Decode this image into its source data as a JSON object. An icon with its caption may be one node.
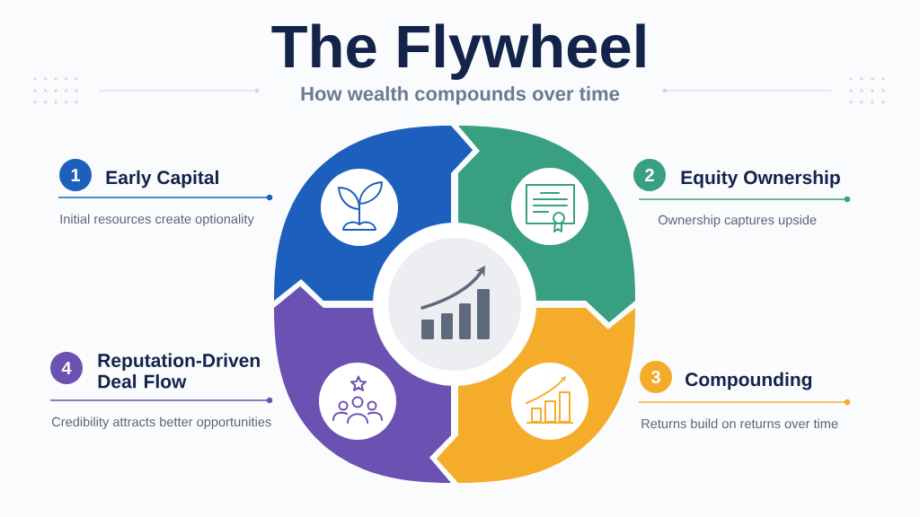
{
  "diagram": {
    "title": "The Flywheel",
    "nodes": [
      {
        "text": [
          "1",
          "Early Capital",
          "Initial resources create optionality"
        ]
      },
      {
        "text": [],
        "shape": "arrow"
      },
      {
        "text": [],
        "shape": "arrow"
      },
      {
        "text": [
          "2",
          "Equity Ownership",
          "Ownership captures upside"
        ]
      },
      {
        "text": [
          "4",
          "Reputation-Driven Deal Flow",
          "Credibility attracts better opportunities"
        ]
      },
      {
        "text": [],
        "shape": "arrow"
      },
      {
        "text": [],
        "shape": "arrow"
      },
      {
        "text": [
          "3",
          "Compounding",
          "Returns build on returns over time"
        ]
      }
    ],
    "labels": [
      "How wealth compounds over time"
    ]
  }
}
